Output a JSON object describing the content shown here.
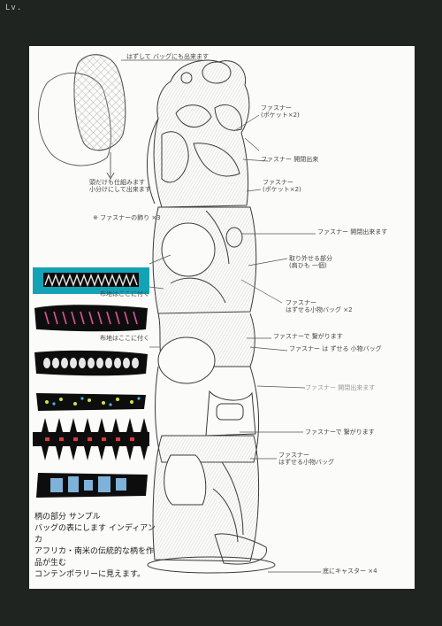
{
  "corner_mark": "Lv. ",
  "annotations": {
    "top_label": "はずして バッグにも出来ます",
    "pouch_label": "頭だけも仕組みます\n小分けにして出来ます",
    "fastener_3": "※ ファスナーの飾り ×3",
    "fastener_pocket_2a": "ファスナー\n(ポケット×2)",
    "fastener_open_a": "ファスナー 開閉出来",
    "fastener_pocket_2b": "ファスナー\n(ポケット×2)",
    "fastener_open_b": "ファスナー 開閉出来ます",
    "detachable": "取り外せる部分\n(肩ひも 一個)",
    "fastener_small_bag": "ファスナー\nはずせる小物バッグ ×2",
    "swatch_label_a": "布地はここに付く",
    "swatch_label_b": "布地はここに付く",
    "fastener_connect_a": "ファスナーで 繋がります",
    "fastener_removable_bag": "ファスナー は ずせる 小物バッグ",
    "fastener_open_c": "ファスナー 開閉出来ます",
    "fastener_connect_b": "ファスナーで 繋がります",
    "fastener_small_bag_2": "ファスナー\nはずせる小物バッグ",
    "casters": "底にキャスター ×4"
  },
  "description": "柄の部分 サンプル\nバッグの表にします インディアンカ\nアフリカ・南米の伝統的な柄を作品が生む\nコンテンポラリーに見えます。"
}
